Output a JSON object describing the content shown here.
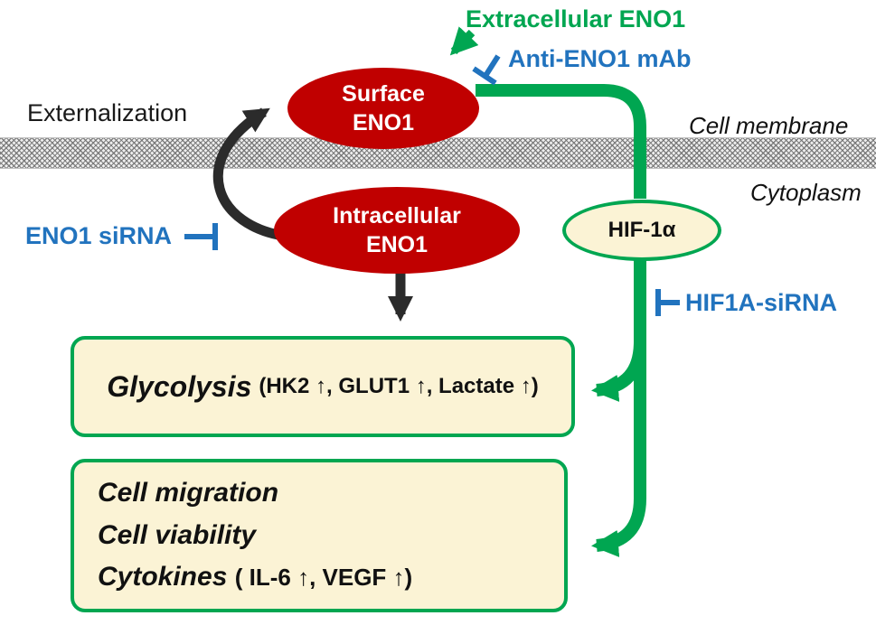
{
  "labels": {
    "extracellular_eno1": "Extracellular ENO1",
    "anti_eno1_mab": "Anti-ENO1 mAb",
    "externalization": "Externalization",
    "cell_membrane": "Cell membrane",
    "cytoplasm": "Cytoplasm",
    "eno1_sirna": "ENO1 siRNA",
    "hif1a_sirna": "HIF1A-siRNA"
  },
  "nodes": {
    "surface_eno1": {
      "line1": "Surface",
      "line2": "ENO1"
    },
    "intracellular_eno1": {
      "line1": "Intracellular",
      "line2": "ENO1"
    },
    "hif1a": {
      "label": "HIF-1α"
    }
  },
  "boxes": {
    "glycolysis": {
      "title": "Glycolysis",
      "detail": "(HK2 ↑, GLUT1 ↑, Lactate ↑)"
    },
    "outcomes": {
      "line1": "Cell migration",
      "line2": "Cell viability",
      "line3_title": "Cytokines",
      "line3_detail": "( IL-6 ↑, VEGF ↑)"
    }
  },
  "colors": {
    "red": "#C00000",
    "green": "#00A651",
    "blue": "#2173BE",
    "cream": "#FBF3D5",
    "black": "#2b2b2b"
  }
}
